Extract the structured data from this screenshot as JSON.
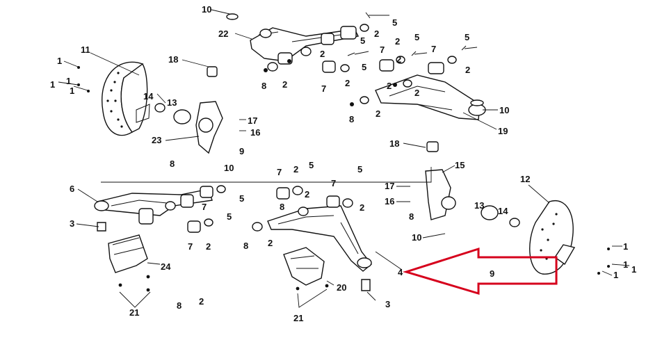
{
  "diagram": {
    "callouts": [
      {
        "text": "10"
      },
      {
        "text": "22"
      },
      {
        "text": "5"
      },
      {
        "text": "2"
      },
      {
        "text": "5"
      },
      {
        "text": "2"
      },
      {
        "text": "2"
      },
      {
        "text": "5"
      },
      {
        "text": "5"
      },
      {
        "text": "2"
      },
      {
        "text": "7"
      },
      {
        "text": "7"
      },
      {
        "text": "2"
      },
      {
        "text": "2"
      },
      {
        "text": "5"
      },
      {
        "text": "2"
      },
      {
        "text": "8"
      },
      {
        "text": "2"
      },
      {
        "text": "7"
      },
      {
        "text": "2"
      },
      {
        "text": "8"
      },
      {
        "text": "2"
      },
      {
        "text": "10"
      },
      {
        "text": "19"
      },
      {
        "text": "11"
      },
      {
        "text": "1"
      },
      {
        "text": "1"
      },
      {
        "text": "1"
      },
      {
        "text": "1"
      },
      {
        "text": "18"
      },
      {
        "text": "14"
      },
      {
        "text": "13"
      },
      {
        "text": "17"
      },
      {
        "text": "16"
      },
      {
        "text": "23"
      },
      {
        "text": "9"
      },
      {
        "text": "8"
      },
      {
        "text": "10"
      },
      {
        "text": "18"
      },
      {
        "text": "15"
      },
      {
        "text": "7"
      },
      {
        "text": "2"
      },
      {
        "text": "5"
      },
      {
        "text": "5"
      },
      {
        "text": "7"
      },
      {
        "text": "2"
      },
      {
        "text": "8"
      },
      {
        "text": "2"
      },
      {
        "text": "8"
      },
      {
        "text": "2"
      },
      {
        "text": "17"
      },
      {
        "text": "16"
      },
      {
        "text": "8"
      },
      {
        "text": "10"
      },
      {
        "text": "12"
      },
      {
        "text": "13"
      },
      {
        "text": "14"
      },
      {
        "text": "6"
      },
      {
        "text": "5"
      },
      {
        "text": "7"
      },
      {
        "text": "5"
      },
      {
        "text": "3"
      },
      {
        "text": "7"
      },
      {
        "text": "2"
      },
      {
        "text": "24"
      },
      {
        "text": "21"
      },
      {
        "text": "8"
      },
      {
        "text": "2"
      },
      {
        "text": "4"
      },
      {
        "text": "3"
      },
      {
        "text": "20"
      },
      {
        "text": "21"
      },
      {
        "text": "9"
      },
      {
        "text": "1"
      },
      {
        "text": "1"
      },
      {
        "text": "1"
      },
      {
        "text": "1"
      }
    ],
    "accent_color": "#d6001c"
  }
}
